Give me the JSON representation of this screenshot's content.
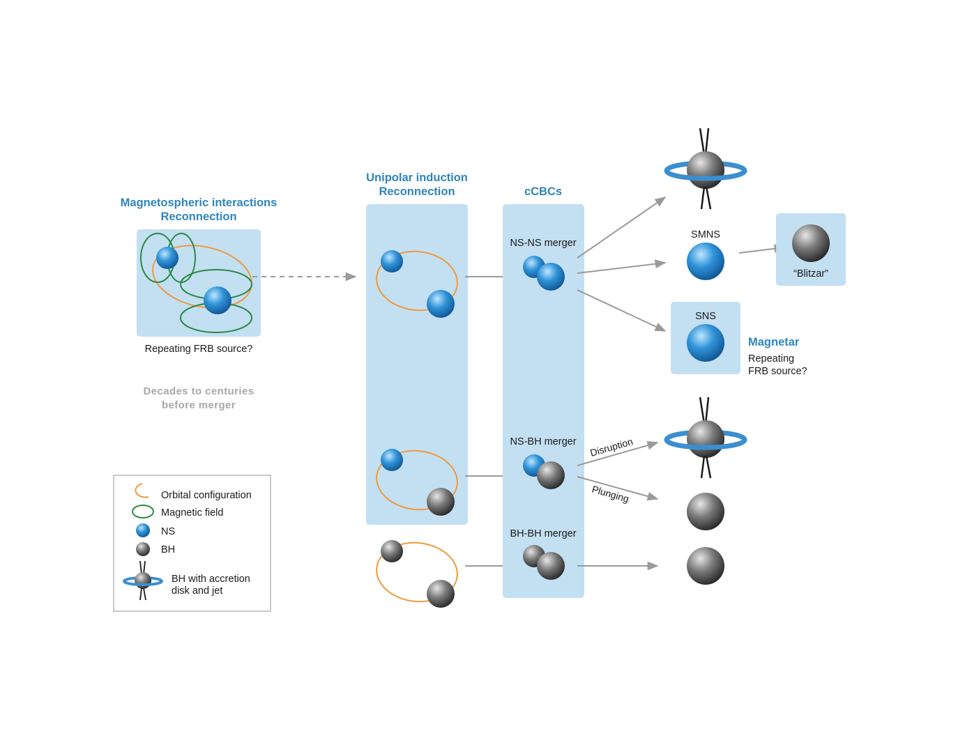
{
  "colors": {
    "panel": "#c3dff2",
    "title_blue": "#2e86bd",
    "orbit": "#ef9a3a",
    "magnetic_field": "#2b8a47",
    "ns_blue": "#2c8ad0",
    "bh_grey": "#5a5a5a",
    "arrow_grey": "#9a9a9a"
  },
  "left_section": {
    "title_line1": "Magnetospheric interactions",
    "title_line2": "Reconnection",
    "caption": "Repeating FRB source?",
    "timing_line1": "Decades to centuries",
    "timing_line2": "before merger"
  },
  "middle_section": {
    "title_line1": "Unipolar induction",
    "title_line2": "Reconnection"
  },
  "ccbc_section": {
    "title": "cCBCs",
    "ns_ns": "NS-NS merger",
    "ns_bh": "NS-BH merger",
    "bh_bh": "BH-BH merger"
  },
  "outcomes": {
    "smns": "SMNS",
    "blitzar": "“Blitzar”",
    "sns": "SNS",
    "magnetar_title": "Magnetar",
    "magnetar_line1": "Repeating",
    "magnetar_line2": "FRB source?",
    "disruption": "Disruption",
    "plunging": "Plunging"
  },
  "legend": {
    "orbital": "Orbital configuration",
    "magnetic": "Magnetic field",
    "ns": "NS",
    "bh": "BH",
    "disk_line1": "BH with accretion",
    "disk_line2": "disk and jet"
  }
}
